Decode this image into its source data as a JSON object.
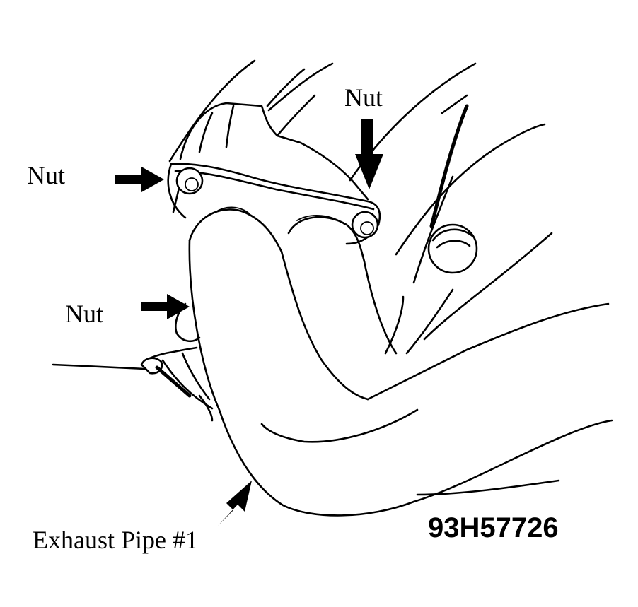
{
  "labels": {
    "nut_left": "Nut",
    "nut_top": "Nut",
    "nut_middle": "Nut",
    "exhaust_pipe": "Exhaust Pipe #1",
    "figure_code": "93H57726"
  },
  "colors": {
    "line": "#000000",
    "background": "#ffffff"
  }
}
